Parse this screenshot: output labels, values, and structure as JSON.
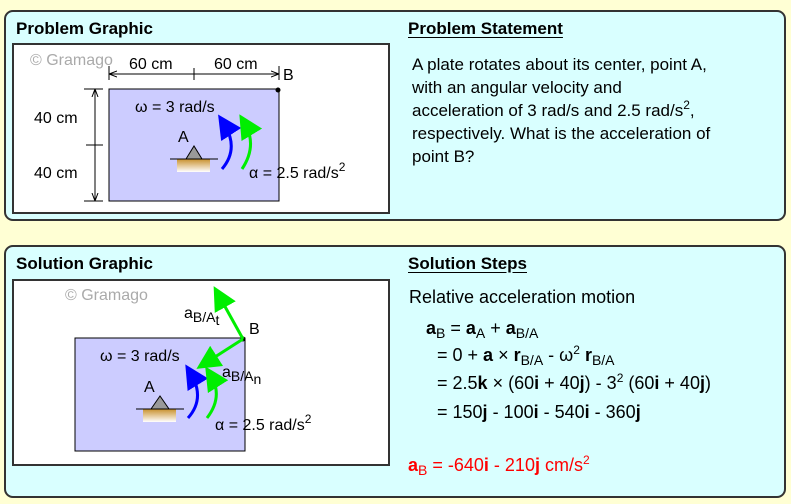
{
  "problem": {
    "graphic_title": "Problem Graphic",
    "statement_title": "Problem Statement",
    "watermark": "© Gramago",
    "dim_60_left": "60 cm",
    "dim_60_right": "60 cm",
    "dim_40_top": "40 cm",
    "dim_40_bottom": "40 cm",
    "label_B": "B",
    "label_A": "A",
    "omega": "ω = 3 rad/s",
    "alpha": "α = 2.5 rad/s",
    "alpha_exp": "2",
    "statement_lines": [
      "A plate rotates about its center, point A,",
      "with an angular velocity and",
      "acceleration of 3 rad/s and 2.5 rad/s",
      "respectively. What is the acceleration of",
      "point B?"
    ],
    "statement_sup": "2",
    "statement_sup_tail": ","
  },
  "solution": {
    "graphic_title": "Solution Graphic",
    "steps_title": "Solution Steps",
    "watermark": "© Gramago",
    "label_B": "B",
    "label_A": "A",
    "aBAt": "a",
    "aBAt_sub": "B/A",
    "aBAt_subsub": "t",
    "aBAn": "a",
    "aBAn_sub": "B/A",
    "aBAn_subsub": "n",
    "omega": "ω = 3 rad/s",
    "alpha": "α = 2.5 rad/s",
    "alpha_exp": "2",
    "intro": "Relative acceleration motion",
    "lines": [
      [
        {
          "t": "a",
          "b": 1
        },
        {
          "t": "B",
          "s": "sub"
        },
        {
          "t": " = "
        },
        {
          "t": "a",
          "b": 1
        },
        {
          "t": "A",
          "s": "sub"
        },
        {
          "t": " + "
        },
        {
          "t": "a",
          "b": 1
        },
        {
          "t": "B/A",
          "s": "sub"
        }
      ],
      [
        {
          "t": "= 0 + "
        },
        {
          "t": "a",
          "b": 1
        },
        {
          "t": " × "
        },
        {
          "t": "r",
          "b": 1
        },
        {
          "t": "B/A",
          "s": "sub"
        },
        {
          "t": " - ω"
        },
        {
          "t": "2",
          "s": "sup"
        },
        {
          "t": " "
        },
        {
          "t": "r",
          "b": 1
        },
        {
          "t": "B/A",
          "s": "sub"
        }
      ],
      [
        {
          "t": "= 2.5"
        },
        {
          "t": "k",
          "b": 1
        },
        {
          "t": " × (60"
        },
        {
          "t": "i",
          "b": 1
        },
        {
          "t": " + 40"
        },
        {
          "t": "j",
          "b": 1
        },
        {
          "t": ") - 3"
        },
        {
          "t": "2",
          "s": "sup"
        },
        {
          "t": " (60"
        },
        {
          "t": "i",
          "b": 1
        },
        {
          "t": " + 40"
        },
        {
          "t": "j",
          "b": 1
        },
        {
          "t": ")"
        }
      ],
      [
        {
          "t": "= 150"
        },
        {
          "t": "j",
          "b": 1
        },
        {
          "t": " - 100"
        },
        {
          "t": "i",
          "b": 1
        },
        {
          "t": " - 540"
        },
        {
          "t": "i",
          "b": 1
        },
        {
          "t": " - 360"
        },
        {
          "t": "j",
          "b": 1
        }
      ]
    ],
    "answer": [
      {
        "t": "a",
        "b": 1
      },
      {
        "t": "B",
        "s": "sub"
      },
      {
        "t": " = -640"
      },
      {
        "t": "i",
        "b": 1
      },
      {
        "t": " - 210"
      },
      {
        "t": "j",
        "b": 1
      },
      {
        "t": " cm/s"
      },
      {
        "t": "2",
        "s": "sup"
      }
    ],
    "answer_color": "#ff0000"
  },
  "colors": {
    "plate": "#ccccff",
    "omega_arrow": "#0000ff",
    "alpha_arrow": "#00ff00"
  }
}
